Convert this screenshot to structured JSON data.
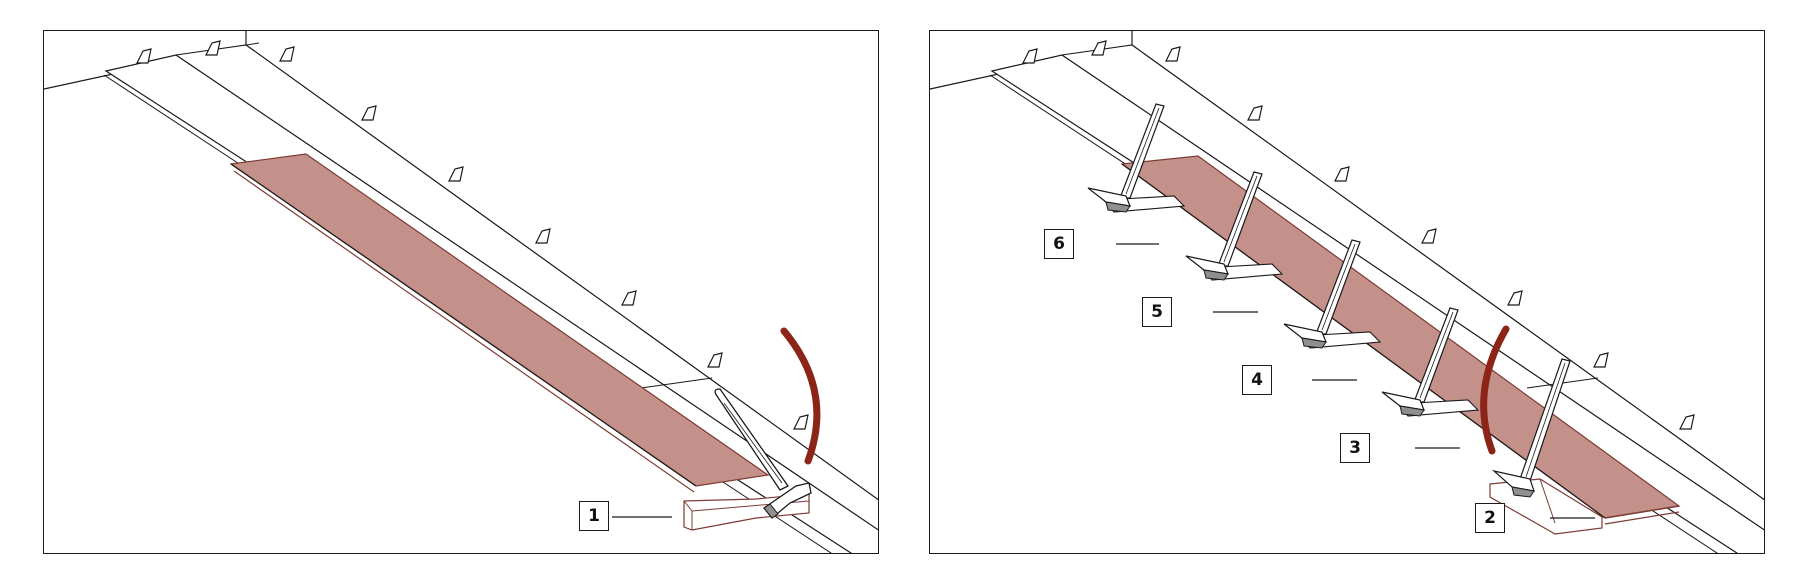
{
  "colors": {
    "board": "#c4918a",
    "board_edge": "#7d3b33",
    "arrow": "#8c2417",
    "line": "#1a1a1a"
  },
  "steps": {
    "left": [
      {
        "label": "1"
      }
    ],
    "right": [
      {
        "label": "2"
      },
      {
        "label": "3"
      },
      {
        "label": "4"
      },
      {
        "label": "5"
      },
      {
        "label": "6"
      }
    ]
  },
  "icons": {
    "tool": "hammer-icon",
    "block": "tapping-block-icon",
    "motion": "swing-arc-icon",
    "spacer": "wall-spacer-icon"
  }
}
